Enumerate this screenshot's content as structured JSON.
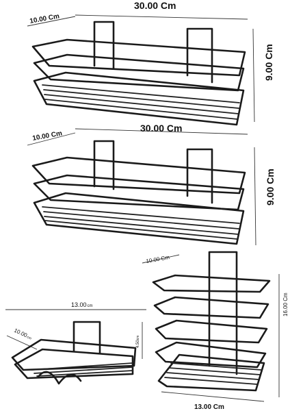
{
  "colors": {
    "wire": "#1a1a1a",
    "background": "#ffffff",
    "text": "#111111"
  },
  "products": [
    {
      "name": "rectangular-shelf-top",
      "width_label": "30.00 Cm",
      "depth_label": "10.00 Cm",
      "height_label": "9.00 Cm"
    },
    {
      "name": "rectangular-shelf-middle",
      "width_label": "30.00 Cm",
      "depth_label": "10.00 Cm",
      "height_label": "9.00 Cm"
    },
    {
      "name": "soap-basket",
      "width_label": "13.00",
      "width_unit": "cm",
      "depth_label": "10.00",
      "depth_unit": "cm",
      "height_label": "4.50",
      "height_unit": "cm"
    },
    {
      "name": "corner-tower-shelf",
      "depth_label": "10.00 Cm",
      "width_label": "13.00 Cm",
      "height_label": "16.00 Cm"
    }
  ]
}
